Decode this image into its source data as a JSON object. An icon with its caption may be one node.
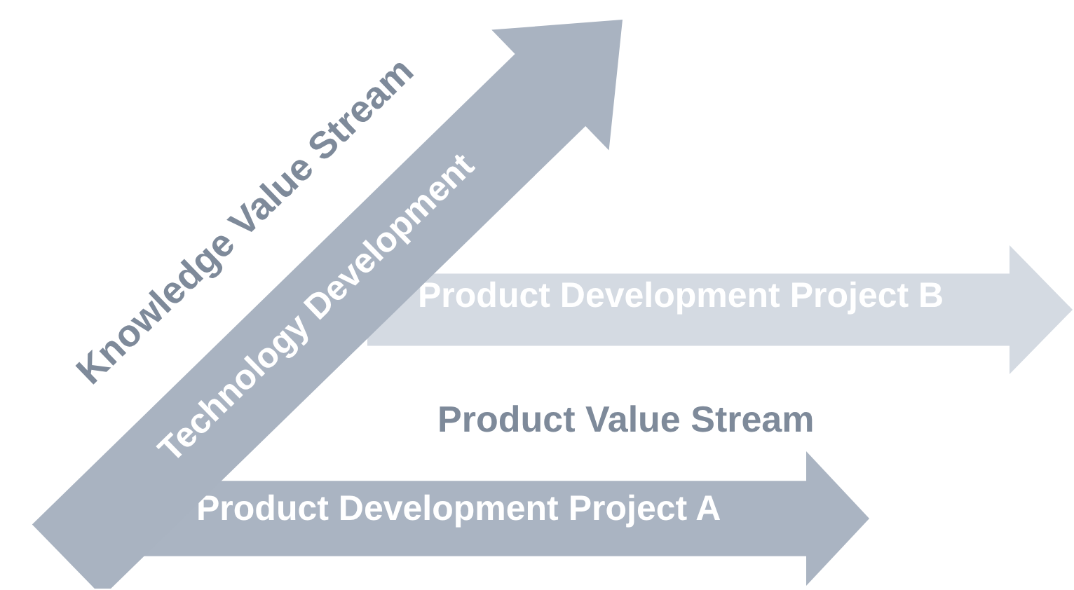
{
  "diagram": {
    "nodes": [
      {
        "text": [
          "Technology Development"
        ]
      },
      {
        "text": [
          "Product Development Project B"
        ]
      },
      {
        "text": [
          "Product Development Project A"
        ]
      }
    ],
    "labels": [
      "Knowledge Value Stream",
      "Product Value Stream"
    ]
  }
}
